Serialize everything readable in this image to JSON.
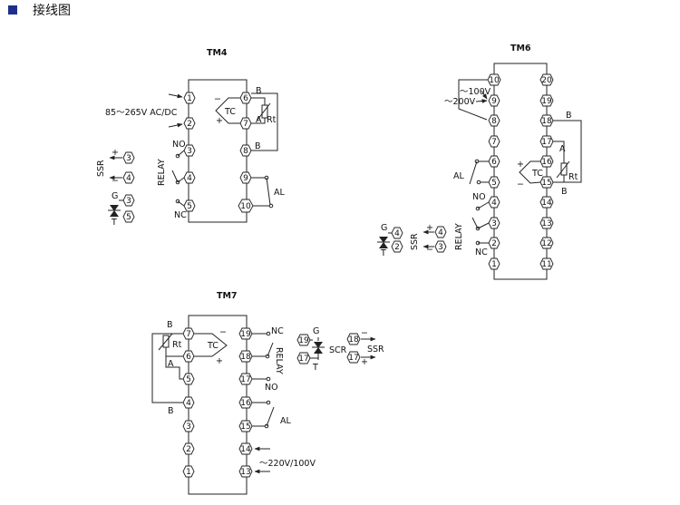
{
  "header": {
    "bullet_color": "#1e2e8c",
    "title": "接线图"
  },
  "tm4": {
    "title": "TM4",
    "pins_left": [
      "1",
      "2",
      "3",
      "4",
      "5"
    ],
    "pins_right": [
      "6",
      "7",
      "8",
      "9",
      "10"
    ],
    "power": "85～265V  AC/DC",
    "no": "NO",
    "nc": "NC",
    "relay": "RELAY",
    "tc": "TC",
    "rt": "Rt",
    "a": "A",
    "b1": "B",
    "b2": "B",
    "plus": "+",
    "minus": "−",
    "al": "AL",
    "ssr": "SSR",
    "ssr_plus": "+",
    "ssr_minus": "−",
    "ssr_pin_a": "3",
    "ssr_pin_b": "4",
    "g": "G",
    "t": "T",
    "scr_pin_a": "3",
    "scr_pin_b": "5"
  },
  "tm6": {
    "title": "TM6",
    "pins_left": [
      "10",
      "9",
      "8",
      "7",
      "6",
      "5",
      "4",
      "3",
      "2",
      "1"
    ],
    "pins_right": [
      "20",
      "19",
      "18",
      "17",
      "16",
      "15",
      "14",
      "13",
      "12",
      "11"
    ],
    "v100": "～100V",
    "v200": "～200V",
    "al": "AL",
    "no": "NO",
    "nc": "NC",
    "relay": "RELAY",
    "tc": "TC",
    "rt": "Rt",
    "a": "A",
    "b1": "B",
    "b2": "B",
    "plus": "+",
    "minus": "−",
    "ssr": "SSR",
    "ssr_plus": "+",
    "ssr_minus": "−",
    "ssr_pin_a": "4",
    "ssr_pin_b": "3",
    "g": "G",
    "t": "T",
    "scr_pin_a": "4",
    "scr_pin_b": "2"
  },
  "tm7": {
    "title": "TM7",
    "pins_left": [
      "7",
      "6",
      "5",
      "4",
      "3",
      "2",
      "1"
    ],
    "pins_right": [
      "19",
      "18",
      "17",
      "16",
      "15",
      "14",
      "13"
    ],
    "b1": "B",
    "b2": "B",
    "a": "A",
    "rt": "Rt",
    "tc": "TC",
    "plus": "+",
    "minus": "−",
    "nc": "NC",
    "no": "NO",
    "relay": "RELAY",
    "al": "AL",
    "power": "～220V/100V",
    "g": "G",
    "t": "T",
    "scr": "SCR",
    "scr_pin_a": "19",
    "scr_pin_b": "17",
    "ssr": "SSR",
    "ssr_pin_a": "18",
    "ssr_pin_b": "17",
    "ssr_plus": "+",
    "ssr_minus": "−"
  }
}
